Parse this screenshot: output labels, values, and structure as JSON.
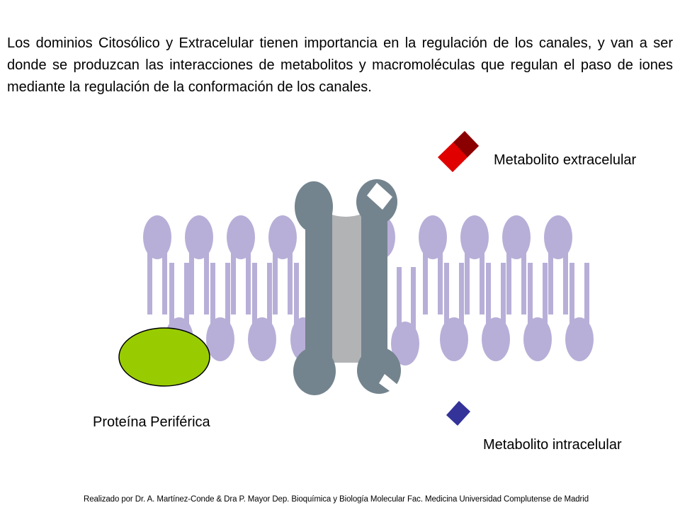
{
  "paragraph": "Los dominios Citosólico y Extracelular tienen importancia en la regulación de los canales, y van a ser donde se produzcan las interacciones de metabolitos y macromoléculas que regulan el paso de iones mediante la regulación de la conformación de los canales.",
  "labels": {
    "extracellular_metabolite": "Metabolito extracelular",
    "intracellular_metabolite": "Metabolito intracelular",
    "peripheral_protein": "Proteína Periférica"
  },
  "credit": "Realizado por Dr. A. Martínez-Conde  & Dra P. Mayor Dep. Bioquímica y Biología Molecular Fac. Medicina Universidad Complutense de Madrid",
  "colors": {
    "lipid": "#b8afd8",
    "channel": "#74848e",
    "pore": "#b1b3b5",
    "peripheral_protein": "#99cc00",
    "metabolite_extracellular": "#e00000",
    "metabolite_extracellular_dark": "#8a0000",
    "metabolite_intracellular": "#333399"
  }
}
